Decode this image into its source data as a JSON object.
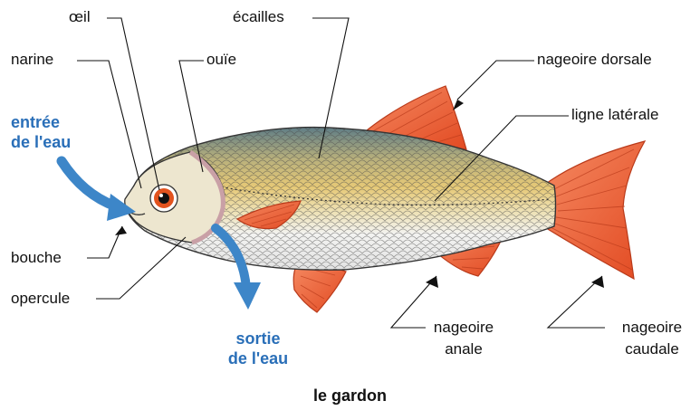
{
  "colors": {
    "fin": "#f0623a",
    "fin_dark": "#b93a1a",
    "back": "#5f7d86",
    "belly": "#f3f3f1",
    "side": "#e6c977",
    "eye_iris": "#e2531e",
    "water_arrow": "#3d86c8",
    "label_blue": "#2a6fb8"
  },
  "labels": {
    "oeil": "œil",
    "ecailles": "écailles",
    "narine": "narine",
    "ouie": "ouïe",
    "nageoire_dorsale": "nageoire dorsale",
    "ligne_laterale": "ligne latérale",
    "entree_line1": "entrée",
    "entree_line2": "de l'eau",
    "bouche": "bouche",
    "opercule": "opercule",
    "sortie_line1": "sortie",
    "sortie_line2": "de l'eau",
    "nageoire_anale_line1": "nageoire",
    "nageoire_anale_line2": "anale",
    "nageoire_caudale_line1": "nageoire",
    "nageoire_caudale_line2": "caudale"
  },
  "caption": "le gardon"
}
